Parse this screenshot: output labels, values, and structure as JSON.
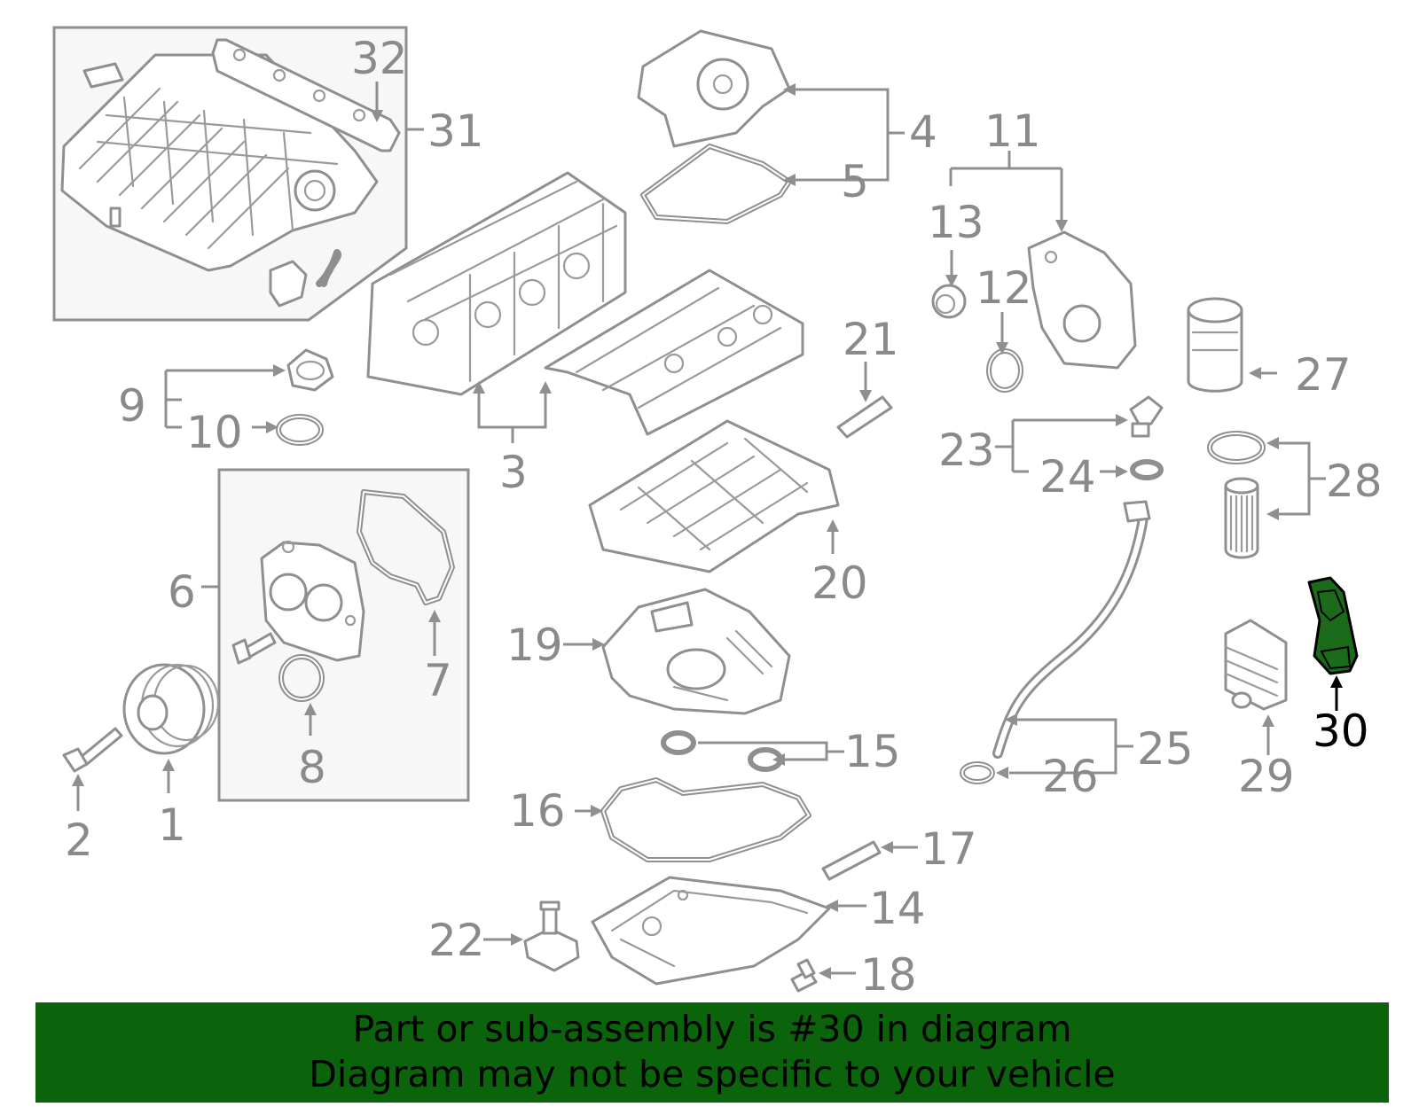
{
  "diagram": {
    "highlighted_part": "30",
    "highlight_color": "#1b6b1b",
    "line_color": "#8f8f8f",
    "labels": [
      "1",
      "2",
      "3",
      "4",
      "5",
      "6",
      "7",
      "8",
      "9",
      "10",
      "11",
      "12",
      "13",
      "14",
      "15",
      "16",
      "17",
      "18",
      "19",
      "20",
      "21",
      "22",
      "23",
      "24",
      "25",
      "26",
      "27",
      "28",
      "29",
      "30",
      "31",
      "32"
    ]
  },
  "banner": {
    "line1": "Part or sub-assembly is #30 in diagram",
    "line2": "Diagram may not be specific to your vehicle",
    "background": "#0b640b"
  }
}
